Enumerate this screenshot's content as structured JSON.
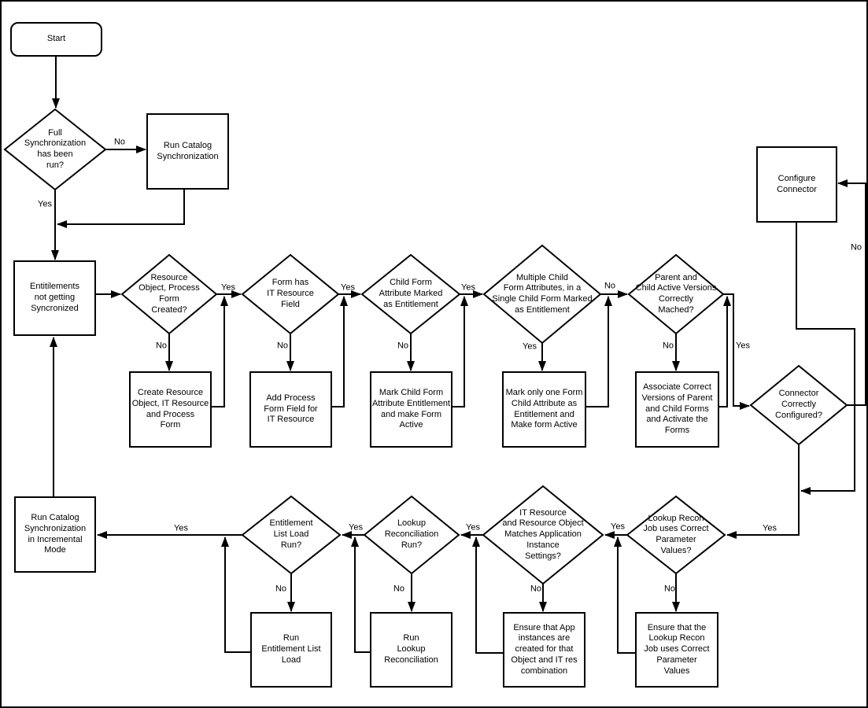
{
  "diagram": {
    "type": "flowchart",
    "colors": {
      "line": "#000000",
      "node_fill": "#ffffff",
      "text": "#000000",
      "background": "#ffffff"
    }
  },
  "nodes": {
    "start": {
      "label": "Start",
      "shape": "rounded-rect"
    },
    "full_sync_decision": {
      "label": "Full\nSynchronization\nhas been\nrun?",
      "shape": "diamond"
    },
    "run_catalog_sync": {
      "label": "Run Catalog\nSynchronization",
      "shape": "rect"
    },
    "entitlements_not_synced": {
      "label": "Entitilements\nnot getting\nSyncronized",
      "shape": "rect"
    },
    "resource_object_created": {
      "label": "Resource\nObject, Process\nForm\nCreated?",
      "shape": "diamond"
    },
    "form_has_it_resource": {
      "label": "Form has\nIT Resource\nField",
      "shape": "diamond"
    },
    "child_form_attr_marked": {
      "label": "Child Form\nAttribute Marked\nas Entitlement",
      "shape": "diamond"
    },
    "multiple_child_form_attrs": {
      "label": "Multiple Child\nForm Attributes, in a\nSingle Child Form Marked\nas Entitlement",
      "shape": "diamond"
    },
    "parent_child_versions": {
      "label": "Parent and\nChild Active Versions\nCorrectly\nMached?",
      "shape": "diamond"
    },
    "create_resource_object": {
      "label": "Create Resource\nObject, IT Resource\nand Process\nForm",
      "shape": "rect"
    },
    "add_process_form_field": {
      "label": "Add Process\nForm Field for\nIT Resource",
      "shape": "rect"
    },
    "mark_child_form_attr": {
      "label": "Mark Child Form\nAttribute Entitlement\nand make Form\nActive",
      "shape": "rect"
    },
    "mark_only_one_attr": {
      "label": "Mark only one Form\nChild Attribute as\nEntitlement and\nMake form Active",
      "shape": "rect"
    },
    "associate_correct_versions": {
      "label": "Associate Correct\nVersions of Parent\nand Child Forms\nand Activate the\nForms",
      "shape": "rect"
    },
    "configure_connector": {
      "label": "Configure\nConnector",
      "shape": "rect"
    },
    "connector_configured": {
      "label": "Connector\nCorrectly\nConfigured?",
      "shape": "diamond"
    },
    "run_catalog_incremental": {
      "label": "Run Catalog\nSynchronization\nin Incremental\nMode",
      "shape": "rect"
    },
    "entitlement_list_load_run": {
      "label": "Entitlement\nList Load\nRun?",
      "shape": "diamond"
    },
    "lookup_recon_run": {
      "label": "Lookup\nReconciliation\nRun?",
      "shape": "diamond"
    },
    "it_resource_matches": {
      "label": "IT Resource\nand Resource Object\nMatches Application\nInstance\nSettings?",
      "shape": "diamond"
    },
    "lookup_recon_job_params": {
      "label": "Lookup Recon\nJob uses Correct\nParameter\nValues?",
      "shape": "diamond"
    },
    "run_entitlement_list_load": {
      "label": "Run\nEntitlement List\nLoad",
      "shape": "rect"
    },
    "run_lookup_recon": {
      "label": "Run\nLookup\nReconciliation",
      "shape": "rect"
    },
    "ensure_app_instances": {
      "label": "Ensure that App\ninstances are\ncreated for that\nObject and IT res\ncombination",
      "shape": "rect"
    },
    "ensure_lookup_params": {
      "label": "Ensure that the\nLookup Recon\nJob uses Correct\nParameter\nValues",
      "shape": "rect"
    }
  },
  "edge_labels": {
    "no_full_sync": "No",
    "yes_full_sync": "Yes",
    "yes_resource_object": "Yes",
    "no_resource_object": "No",
    "yes_form_has_it": "Yes",
    "no_form_has_it": "No",
    "yes_child_form_attr": "Yes",
    "no_child_form_attr": "No",
    "no_multiple_child": "No",
    "yes_multiple_child": "Yes",
    "no_parent_child": "No",
    "yes_parent_child": "Yes",
    "no_connector_configured": "No",
    "yes_connector_configured": "Yes",
    "yes_lookup_job": "Yes",
    "no_lookup_job": "No",
    "yes_it_resource": "Yes",
    "no_it_resource": "No",
    "yes_lookup_run": "Yes",
    "no_lookup_run": "No",
    "yes_entitlement_load": "Yes",
    "no_entitlement_load": "No"
  }
}
